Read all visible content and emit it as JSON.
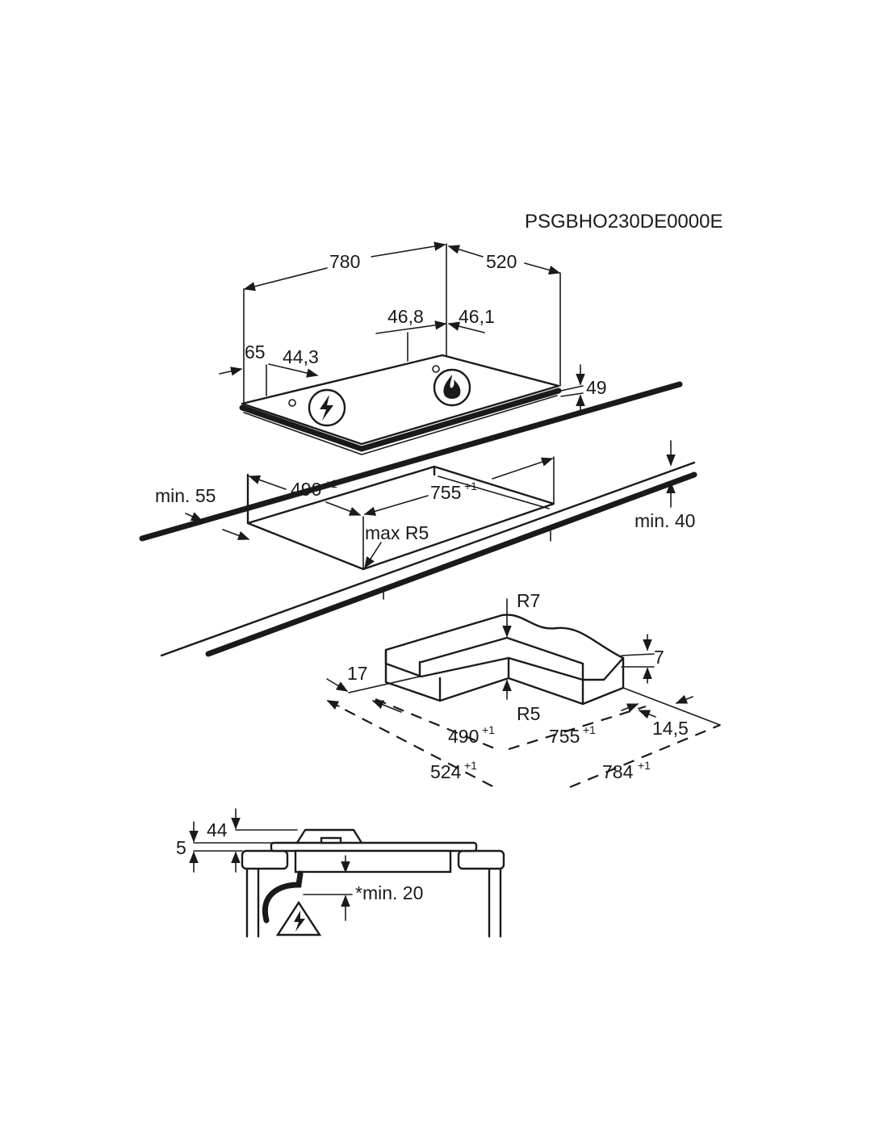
{
  "model_code": "PSGBHO230DE0000E",
  "hob": {
    "width": "780",
    "depth": "520",
    "height": "49",
    "gas_inlet_x": "46,8",
    "gas_inlet_y": "46,1",
    "power_inlet_x": "65",
    "power_inlet_y": "44,3"
  },
  "cutout": {
    "depth": "490",
    "depth_tol": "+1",
    "width": "755",
    "width_tol": "+1",
    "corner_radius": "max R5",
    "front_margin": "min. 55",
    "worktop_thickness": "min. 40"
  },
  "rebate": {
    "outer_radius": "R7",
    "inner_radius": "R5",
    "rebate_depth": "7",
    "side_offset": "17",
    "inner_depth": "490",
    "inner_depth_tol": "+1",
    "inner_width": "755",
    "inner_width_tol": "+1",
    "rear_offset": "14,5",
    "outer_depth": "524",
    "outer_depth_tol": "+1",
    "outer_width": "784",
    "outer_width_tol": "+1"
  },
  "section": {
    "total_height": "44",
    "glass_thickness": "5",
    "min_clearance": "*min. 20"
  }
}
